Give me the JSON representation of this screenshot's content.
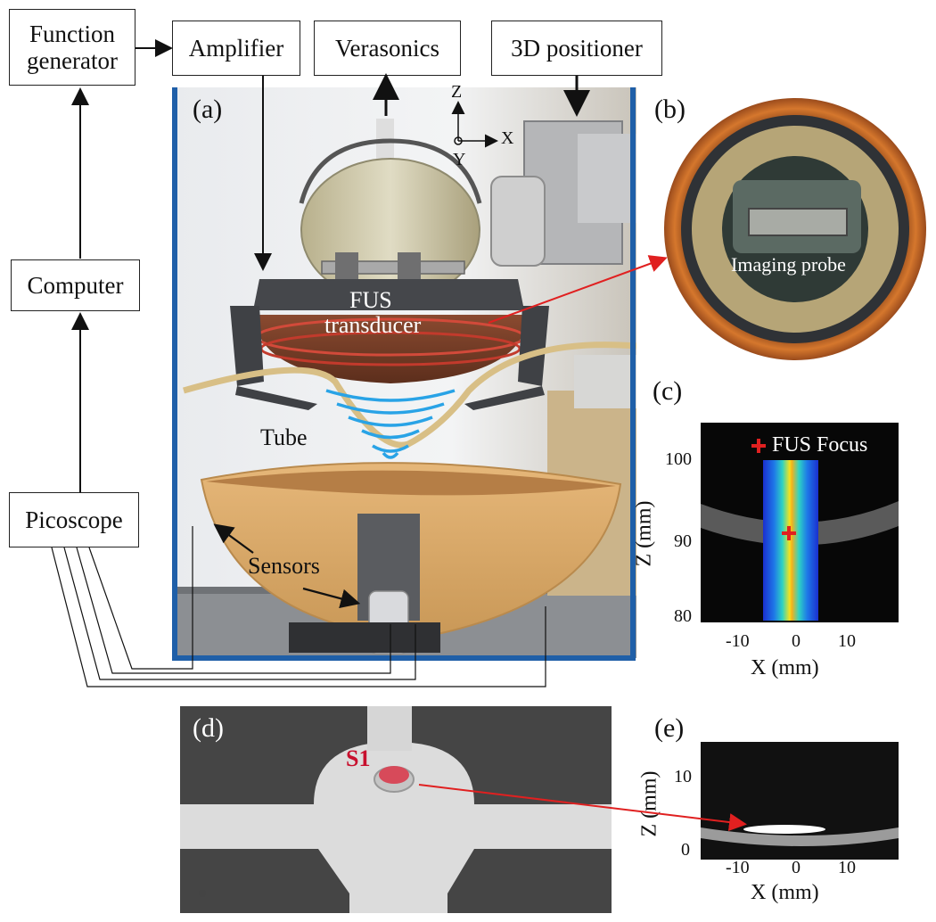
{
  "blocks": {
    "function_generator": "Function\ngenerator",
    "amplifier": "Amplifier",
    "verasonics": "Verasonics",
    "positioner": "3D positioner",
    "computer": "Computer",
    "picoscope": "Picoscope"
  },
  "panel_a": {
    "letter": "(a)",
    "axes": {
      "z": "Z",
      "x": "X",
      "y": "Y"
    },
    "fus_label_1": "FUS",
    "fus_label_2": "transducer",
    "tube_label": "Tube",
    "sensors_label": "Sensors"
  },
  "panel_b": {
    "letter": "(b)",
    "probe_label": "Imaging probe"
  },
  "panel_c": {
    "letter": "(c)",
    "legend": "FUS Focus",
    "ylabel": "Z (mm)",
    "xlabel": "X (mm)",
    "yticks": [
      "100",
      "90",
      "80"
    ],
    "xticks": [
      "-10",
      "0",
      "10"
    ]
  },
  "panel_d": {
    "letter": "(d)",
    "sensor_label": "S1"
  },
  "panel_e": {
    "letter": "(e)",
    "ylabel": "Z (mm)",
    "xlabel": "X (mm)",
    "yticks": [
      "10",
      "0"
    ],
    "xticks": [
      "-10",
      "0",
      "10"
    ]
  },
  "colors": {
    "tank": "#1f5fa8",
    "waves": "#29a3e6",
    "arrow_red": "#e02020",
    "skull": "#d9a867"
  }
}
